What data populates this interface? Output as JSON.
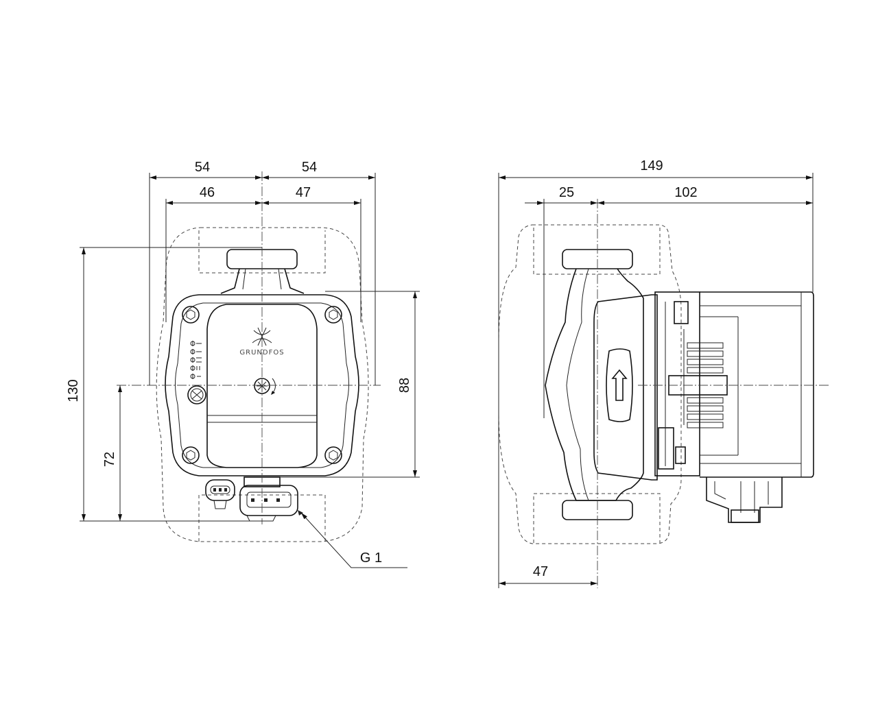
{
  "brand": "GRUNDFOS",
  "front_view": {
    "dim_left_outer": "54",
    "dim_right_outer": "54",
    "dim_left_inner": "46",
    "dim_right_inner": "47",
    "dim_height_total": "130",
    "dim_height_center": "72",
    "dim_height_body": "88",
    "thread_label": "G 1"
  },
  "side_view": {
    "dim_total_length": "149",
    "dim_offset_left": "25",
    "dim_motor_length": "102",
    "dim_center_to_left": "47"
  }
}
